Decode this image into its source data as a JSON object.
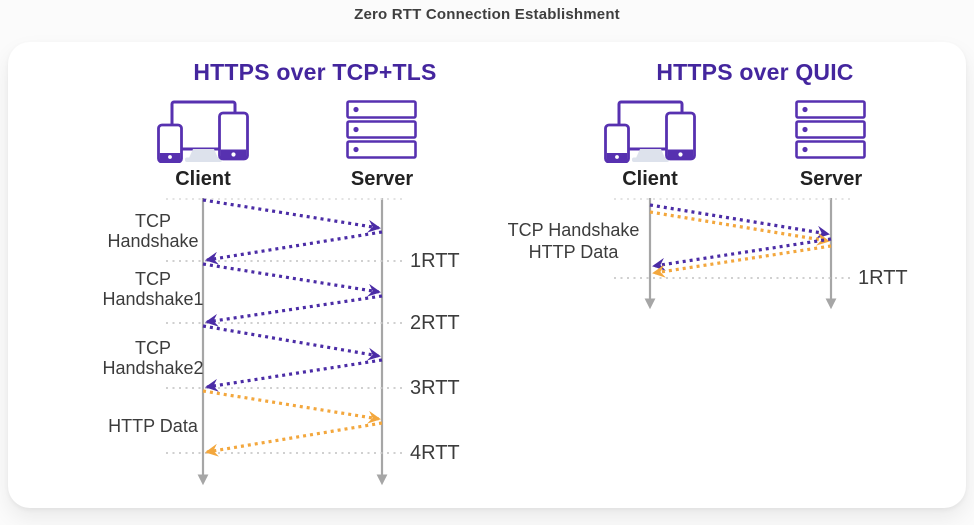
{
  "title": "Zero RTT Connection Establishment",
  "colors": {
    "heading_purple": "#44269e",
    "arrow_purple": "#4b2ca6",
    "arrow_orange": "#f3a73d",
    "icon_purple": "#5731b0",
    "timeline_gray": "#a6a6a6",
    "guide_gray": "#c9c9c9",
    "text_dark": "#3c3c3c"
  },
  "tcp_panel": {
    "heading": "HTTPS over TCP+TLS",
    "client_label": "Client",
    "server_label": "Server",
    "steps": [
      {
        "lines": [
          "TCP",
          "Handshake"
        ],
        "rtt": "1RTT"
      },
      {
        "lines": [
          "TCP",
          "Handshake1"
        ],
        "rtt": "2RTT"
      },
      {
        "lines": [
          "TCP",
          "Handshake2"
        ],
        "rtt": "3RTT"
      },
      {
        "lines": [
          "HTTP Data"
        ],
        "rtt": "4RTT"
      }
    ]
  },
  "quic_panel": {
    "heading": "HTTPS over QUIC",
    "client_label": "Client",
    "server_label": "Server",
    "step": {
      "lines": [
        "TCP Handshake",
        "HTTP Data"
      ],
      "rtt": "1RTT"
    }
  }
}
